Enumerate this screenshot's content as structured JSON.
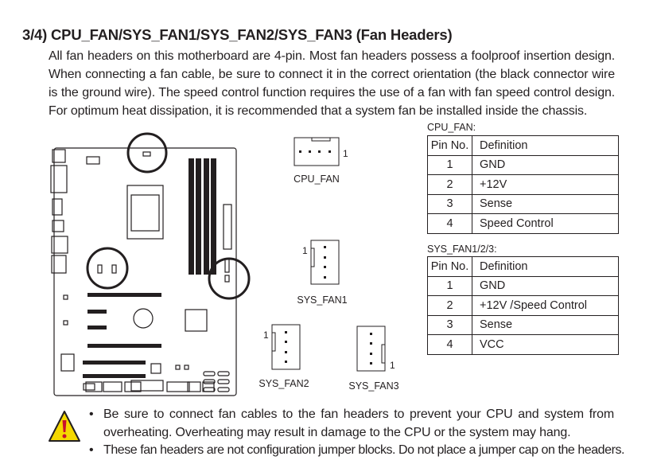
{
  "section_title": "3/4) CPU_FAN/SYS_FAN1/SYS_FAN2/SYS_FAN3 (Fan Headers)",
  "paragraph": "All fan headers on this motherboard are 4-pin. Most fan headers possess a foolproof insertion design. When connecting a fan cable, be sure to connect it in the correct orientation (the black connector wire is the ground wire). The speed control function requires the use of a fan with fan speed control design. For optimum heat dissipation, it is recommended that a system fan be installed inside the chassis.",
  "connectors": {
    "cpu_fan": "CPU_FAN",
    "sys_fan1": "SYS_FAN1",
    "sys_fan2": "SYS_FAN2",
    "sys_fan3": "SYS_FAN3",
    "pin1_marker": "1"
  },
  "cpu_table": {
    "caption": "CPU_FAN:",
    "headers": [
      "Pin No.",
      "Definition"
    ],
    "rows": [
      [
        "1",
        "GND"
      ],
      [
        "2",
        "+12V"
      ],
      [
        "3",
        "Sense"
      ],
      [
        "4",
        "Speed Control"
      ]
    ]
  },
  "sys_table": {
    "caption": "SYS_FAN1/2/3:",
    "headers": [
      "Pin No.",
      "Definition"
    ],
    "rows": [
      [
        "1",
        "GND"
      ],
      [
        "2",
        "+12V /Speed Control"
      ],
      [
        "3",
        "Sense"
      ],
      [
        "4",
        "VCC"
      ]
    ]
  },
  "warning_icon": "exclamation-triangle",
  "warning_color": "#f5d800",
  "notes": [
    "Be sure to connect fan cables to the fan headers to prevent your CPU and system from overheating. Overheating may result in damage to the CPU or the system may hang.",
    "These fan headers are not configuration jumper blocks. Do not place a jumper cap on the headers."
  ],
  "bullet": "•"
}
